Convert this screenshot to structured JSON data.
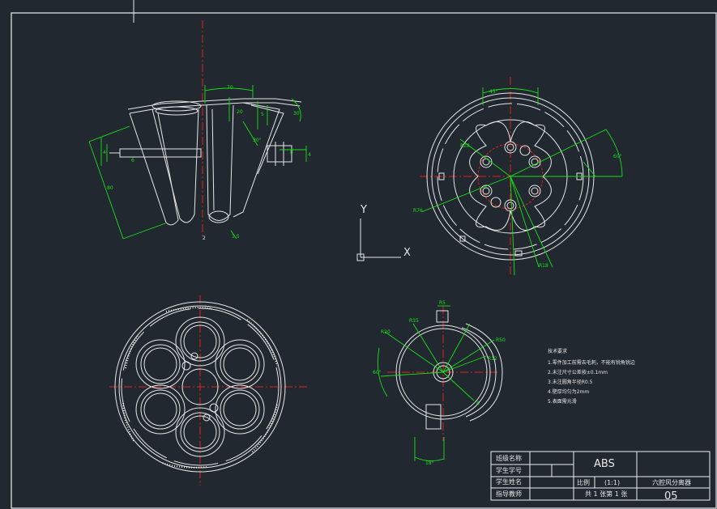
{
  "colors": {
    "background": "#212830",
    "line": "#e6e6e6",
    "dimension": "#18e018",
    "centerline": "#e02020",
    "frame": "#f0f0f0"
  },
  "ucs": {
    "y_label": "Y",
    "x_label": "X"
  },
  "views": {
    "front": {
      "dims": [
        "30°",
        "70",
        "20",
        "4",
        "5",
        "8",
        "4",
        "30",
        "6",
        "2",
        "1.5",
        "80"
      ]
    },
    "top": {
      "angle_top": "45°",
      "angle_right": "60°",
      "notes": [
        "R76",
        "R28",
        "R18"
      ]
    },
    "bottom": {
      "label": ""
    },
    "hub": {
      "dims": [
        "R20",
        "R35",
        "R50",
        "60°",
        "R12",
        "8",
        "18°",
        "R5"
      ]
    }
  },
  "notes": {
    "title": "技术要求",
    "items": [
      "1.零件加工前需去毛刺，不能有锐角锐边",
      "2.未注尺寸公差按±0.1mm",
      "3.未注圆角半径R0.5",
      "4.壁厚均匀为2mm",
      "5.表面需光滑"
    ]
  },
  "title_block": {
    "class_label": "班级名称",
    "student_id_label": "学生学号",
    "student_name_label": "学生姓名",
    "teacher_label": "指导教师",
    "material": "ABS",
    "scale_label": "比例",
    "scale_value": "(1:1)",
    "drawing_name": "六腔风分离器",
    "sheets": "共 1 张第 1 张",
    "drawing_number": "05"
  }
}
